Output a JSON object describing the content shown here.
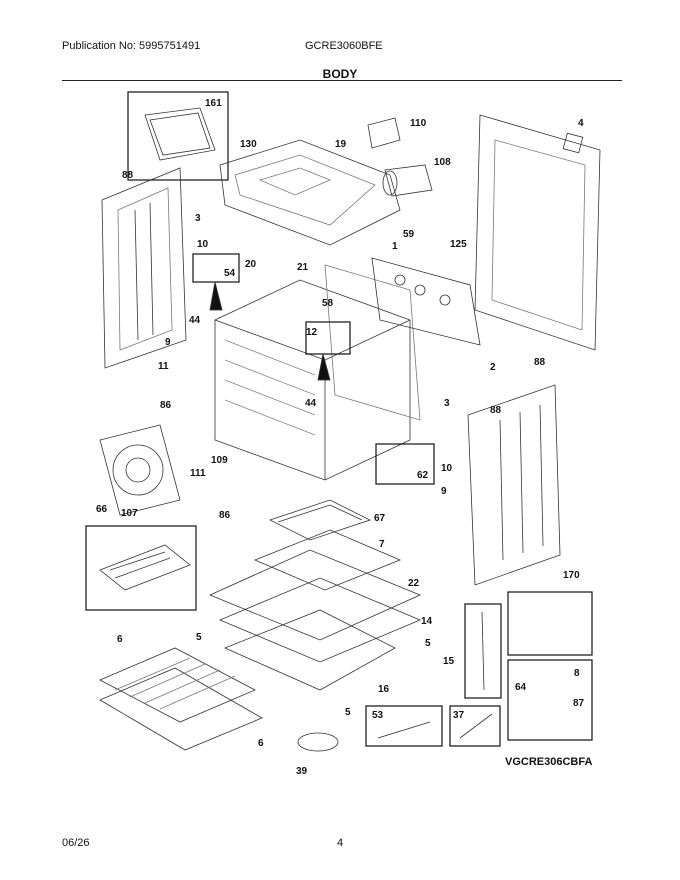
{
  "header": {
    "publication": "Publication No: 5995751491",
    "model": "GCRE3060BFE",
    "section": "BODY"
  },
  "callouts": {
    "c161": "161",
    "c130": "130",
    "c19": "19",
    "c110": "110",
    "c108": "108",
    "c4": "4",
    "c88a": "88",
    "c3a": "3",
    "c10a": "10",
    "c20": "20",
    "c21": "21",
    "c54": "54",
    "c59": "59",
    "c1": "1",
    "c125": "125",
    "c58": "58",
    "c44a": "44",
    "c12": "12",
    "c9a": "9",
    "c11": "11",
    "c2": "2",
    "c88b": "88",
    "c86a": "86",
    "c44b": "44",
    "c3b": "3",
    "c88c": "88",
    "c109": "109",
    "c111": "111",
    "c107": "107",
    "c62": "62",
    "c10b": "10",
    "c66": "66",
    "c86b": "86",
    "c67": "67",
    "c9b": "9",
    "c7": "7",
    "c22": "22",
    "c170": "170",
    "c14": "14",
    "c6a": "6",
    "c5a": "5",
    "c5b": "5",
    "c15": "15",
    "c8": "8",
    "c64": "64",
    "c87": "87",
    "c16": "16",
    "c5c": "5",
    "c53": "53",
    "c37": "37",
    "c6b": "6",
    "c39": "39"
  },
  "figure_ref": "VGCRE306CBFA",
  "footer": {
    "date": "06/26",
    "page": "4"
  }
}
